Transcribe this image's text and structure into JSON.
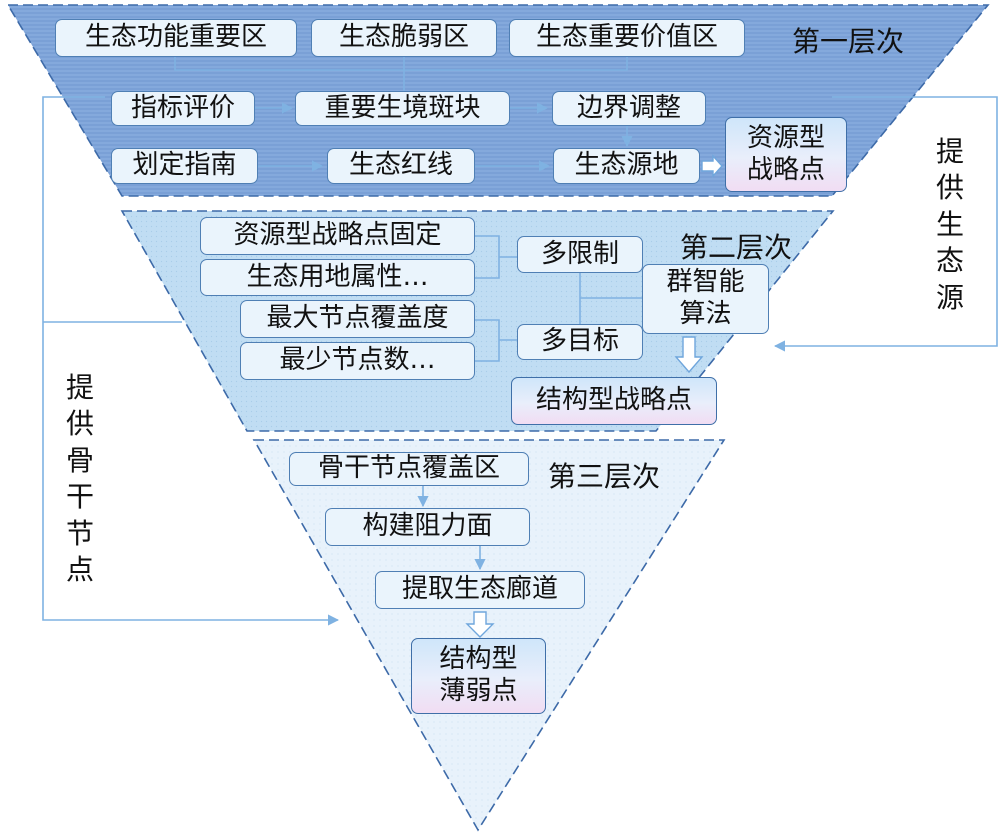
{
  "levels": {
    "first": "第一层次",
    "second": "第二层次",
    "third": "第三层次"
  },
  "layer1": {
    "zone_ecological_function": "生态功能重要区",
    "zone_fragile": "生态脆弱区",
    "zone_important_value": "生态重要价值区",
    "indicator_evaluation": "指标评价",
    "important_habitat_patch": "重要生境斑块",
    "boundary_adjustment": "边界调整",
    "delineation_guide": "划定指南",
    "ecological_redline": "生态红线",
    "ecological_source": "生态源地",
    "resource_strategic_point": "资源型\n战略点"
  },
  "layer2": {
    "fixed_resource_points": "资源型战略点固定",
    "land_attribute": "生态用地属性…",
    "max_coverage": "最大节点覆盖度",
    "min_nodes": "最少节点数…",
    "multi_constraint": "多限制",
    "multi_objective": "多目标",
    "swarm_algorithm": "群智能\n算法",
    "structural_strategic_point": "结构型战略点"
  },
  "layer3": {
    "backbone_coverage": "骨干节点覆盖区",
    "resistance_surface": "构建阻力面",
    "extract_corridor": "提取生态廊道",
    "structural_weak_point": "结构型\n薄弱点"
  },
  "side": {
    "provide_source": "提供生态源",
    "provide_backbone": "提供骨干节点"
  },
  "colors": {
    "layer1_fill": "#7ea6da",
    "layer2_fill": "#bfdcf2",
    "layer3_fill": "#e6f1fb",
    "connector": "#7fb2e2",
    "node_border": "#4f7fb4"
  }
}
